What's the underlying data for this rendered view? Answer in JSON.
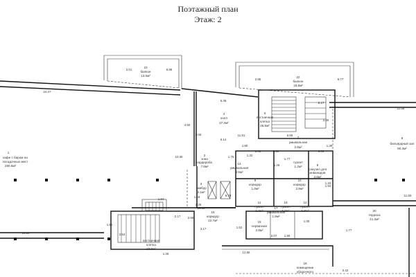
{
  "header": {
    "title": "Поэтажный план",
    "floor": "Этаж: 2"
  },
  "rooms": {
    "r1": {
      "num": "1",
      "name1": "кафе с баром на",
      "name2": "посадочных мест",
      "area": "280.5м²"
    },
    "r2": {
      "num": "2",
      "name1": "зона",
      "name2": "гардероба",
      "area": "7.8м²"
    },
    "r3": {
      "num": "3",
      "name": "тамбур",
      "area": "2.1м²"
    },
    "r4": {
      "num": "4",
      "name": "холл",
      "area": "37.0м²"
    },
    "r5": {
      "num": "5",
      "name": "бильярдный зал",
      "area": "90.3м²"
    },
    "r7": {
      "num": "7",
      "name": "умывальная",
      "area": "2.6м²"
    },
    "r8": {
      "num": "8",
      "name1": "санузел для",
      "name2": "инвалидов",
      "area": "3.8м²"
    },
    "r9": {
      "num": "9",
      "name": "коридор",
      "area": "1.0м²"
    },
    "r10": {
      "num": "10",
      "name": "коридор",
      "area": "2.9м²"
    },
    "r11": {
      "num": "11",
      "name": "туалет",
      "area": "1.2м²"
    },
    "r12": {
      "num": "12",
      "name": "туалет",
      "area": "1.3м²"
    },
    "r14": {
      "num": "14",
      "name": "умывальная",
      "area": "3.5м²"
    },
    "r15": {
      "num": "15",
      "name": "коридор",
      "area": "22.7м²"
    },
    "r16": {
      "num": "16",
      "name": "туалет",
      "area": "1.2м²"
    },
    "r17": {
      "num": "17",
      "name": "умывальная",
      "area": "1.9м²"
    },
    "r18": {
      "num": "18",
      "name": "сервизная",
      "area": "2.8м²"
    },
    "r19": {
      "num": "19",
      "name1": "помещение",
      "name2": "уборочного"
    },
    "r20": {
      "num": "20",
      "name": "терраса",
      "area": "41.2м²"
    },
    "r21": {
      "num": "I",
      "name1": "лестничная",
      "name2": "клетка",
      "area": "10.9м²"
    },
    "r22": {
      "num": "22",
      "name": "балкон",
      "area": "18.8м²"
    },
    "r23": {
      "num": "23",
      "name": "балкон",
      "area": "13.0м²"
    },
    "rII": {
      "num": "II",
      "name1": "лестничная",
      "name2": "клетка",
      "area": "26.5м²"
    },
    "t_lav1": {
      "name": "туалет",
      "area": "1.2м²"
    },
    "t_lav2": {
      "name": "туалет",
      "area": "1.3м²"
    }
  },
  "dimensions": {
    "d1": "24.27",
    "d2": "2.01",
    "d3": "6.98",
    "d4": "5.38",
    "d5": "2.85",
    "d6": "9.77",
    "d7": "6.17",
    "d8": "11.58",
    "d9": "4.50",
    "d10": "11.91",
    "d11": "10.30",
    "d12": "6.14",
    "d13": "8.05",
    "d14": "1.75",
    "d15": "2.38",
    "d16": "0.98",
    "d17": "1.77",
    "d18": "8.06",
    "d19": "1.84",
    "d20": "2.17",
    "d21": "10.36",
    "d22": "18.18",
    "d23": "3.17",
    "d24": "12.55",
    "d25": "1.77",
    "d26": "11.60",
    "d27": "1.50",
    "d28": "2.53",
    "d29": "1.36",
    "d30": "2.42",
    "d31": "8.78",
    "d32": "1.33",
    "d33": "1.94",
    "d34": "1.26",
    "d35": "2.65",
    "d36": "1.52",
    "d37": "6.65",
    "d38": "2.45",
    "d39": "1.18",
    "d40": "1.32",
    "d41": "2.07",
    "d42": "1.95",
    "d43": "1.05",
    "d44": "1.39",
    "d45": "1.80",
    "d46": "1.26"
  }
}
